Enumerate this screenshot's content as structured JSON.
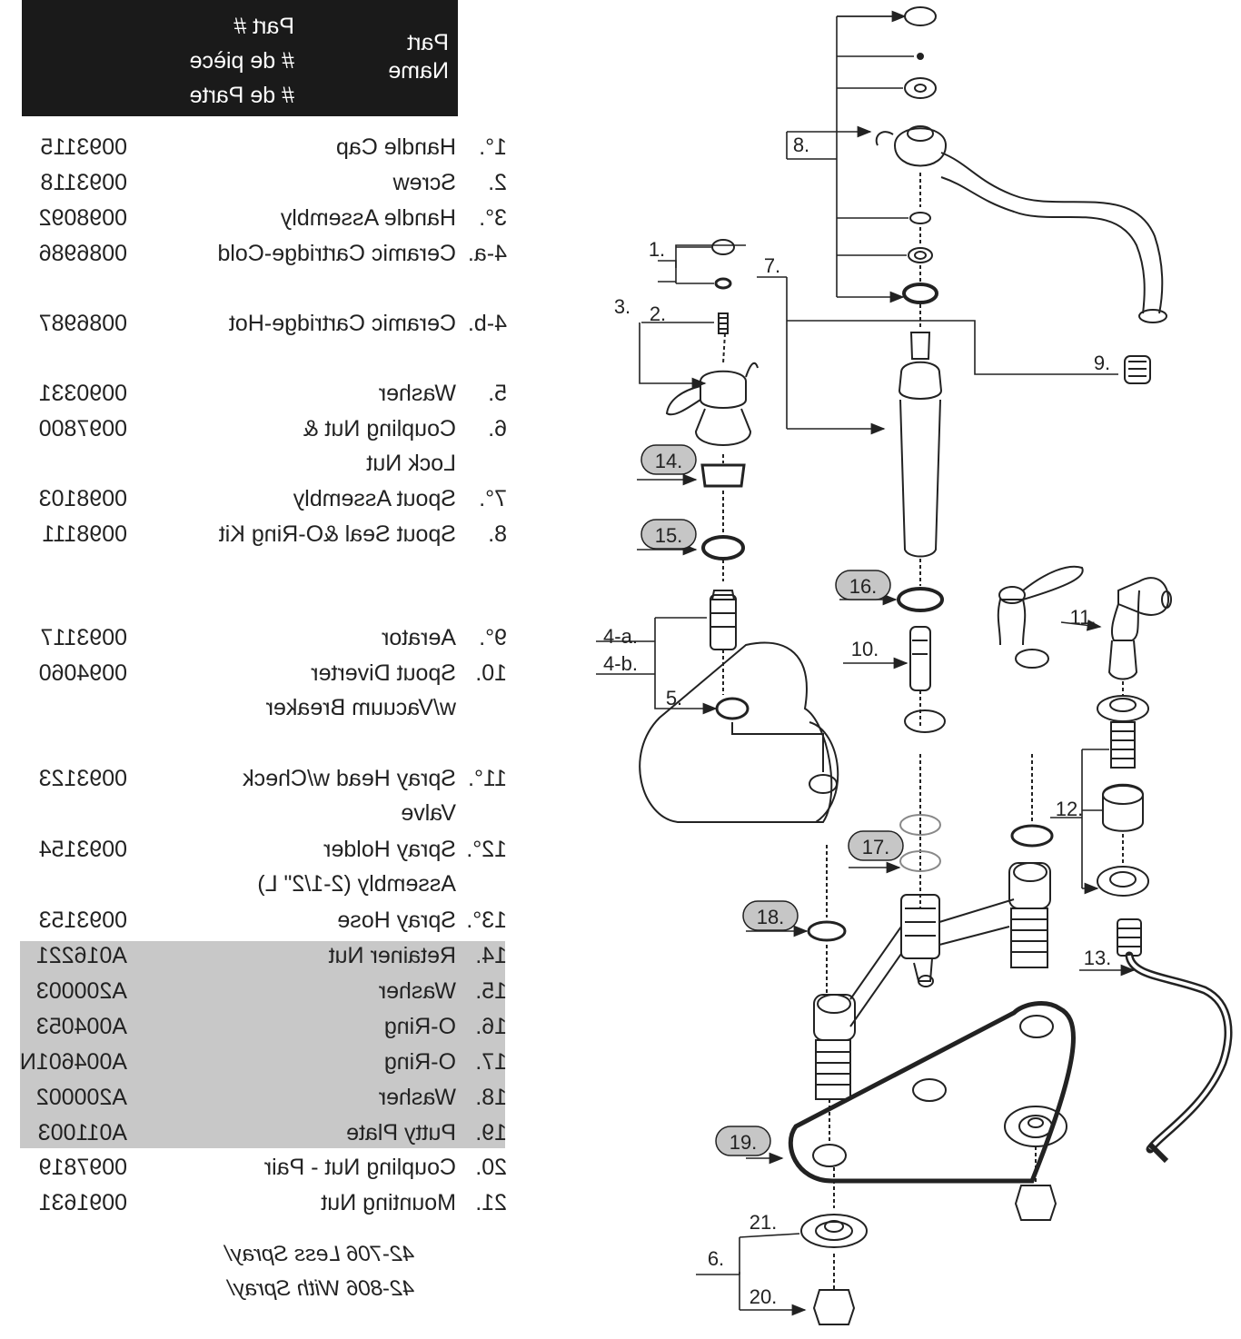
{
  "header": {
    "part_name": [
      "Part",
      "Name"
    ],
    "part_number": [
      "Part #",
      "# de pièce",
      "# de Parte"
    ]
  },
  "parts": [
    {
      "no": "1°.",
      "name": [
        "Handle Cap"
      ],
      "part": "0093115"
    },
    {
      "no": "2.",
      "name": [
        "Screw"
      ],
      "part": "0093118"
    },
    {
      "no": "3°.",
      "name": [
        "Handle Assembly"
      ],
      "part": "0098092"
    },
    {
      "no": "4-a.",
      "name": [
        "Ceramic Cartridge-Cold"
      ],
      "part": "0086986"
    },
    {
      "no": "4-b.",
      "name": [
        "Ceramic Cartridge-Hot"
      ],
      "part": "0086987"
    },
    {
      "no": "5.",
      "name": [
        "Washer"
      ],
      "part": "0090331"
    },
    {
      "no": "6.",
      "name": [
        "Coupling Nut &",
        "Lock Nut"
      ],
      "part": "0097800"
    },
    {
      "no": "7°.",
      "name": [
        "Spout Assembly"
      ],
      "part": "0098103"
    },
    {
      "no": "8.",
      "name": [
        "Spout Seal &O-Ring Kit"
      ],
      "part": "0098111"
    },
    {
      "no": "9°.",
      "name": [
        "Aerator"
      ],
      "part": "0093117"
    },
    {
      "no": "10.",
      "name": [
        "Spout Diverter",
        "w/Vacuum Breaker"
      ],
      "part": "0094060"
    },
    {
      "no": "11°.",
      "name": [
        "Spray Head w/Check",
        "Valve"
      ],
      "part": "0093123"
    },
    {
      "no": "12°.",
      "name": [
        "Spray Holder",
        "Assembly (2-1/2\" L)"
      ],
      "part": "0093154"
    },
    {
      "no": "13°.",
      "name": [
        "Spray Hose"
      ],
      "part": "0093153"
    },
    {
      "no": "14.",
      "name": [
        "Retainer Nut"
      ],
      "part": "A016221"
    },
    {
      "no": "15.",
      "name": [
        "Washer"
      ],
      "part": "A200003"
    },
    {
      "no": "16.",
      "name": [
        "O-Ring"
      ],
      "part": "A004053"
    },
    {
      "no": "17.",
      "name": [
        "O-Ring"
      ],
      "part": "A004601N"
    },
    {
      "no": "18.",
      "name": [
        "Washer"
      ],
      "part": "A200002"
    },
    {
      "no": "19.",
      "name": [
        "Putty Plate"
      ],
      "part": "A011003"
    },
    {
      "no": "20.",
      "name": [
        "Coupling Nut - Pair"
      ],
      "part": "0097819"
    },
    {
      "no": "21.",
      "name": [
        "Mounting Nut"
      ],
      "part": "0091631"
    }
  ],
  "models": [
    "42-706 Less Spray/",
    "42-806 With Spray/"
  ],
  "callouts": {
    "c1": "1.",
    "c2": "2.",
    "c3": "3.",
    "c4a": "4-a.",
    "c4b": "4-b.",
    "c5": "5.",
    "c6": "6.",
    "c7": "7.",
    "c8": "8.",
    "c9": "9.",
    "c10": "10.",
    "c11": "11.",
    "c12": "12.",
    "c13": "13.",
    "c14": "14.",
    "c15": "15.",
    "c16": "16.",
    "c17": "17.",
    "c18": "18.",
    "c19": "19.",
    "c20": "20.",
    "c21": "21."
  }
}
